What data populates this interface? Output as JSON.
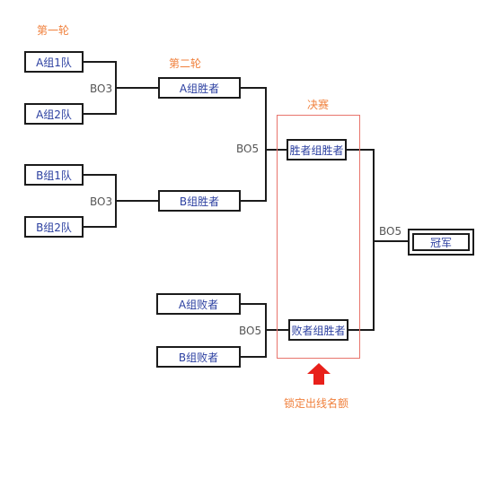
{
  "colors": {
    "accent_orange": "#f0803c",
    "frame_red": "#e8746c",
    "arrow_red": "#e8201a",
    "team_text_blue": "#2b3fa0",
    "line_black": "#1b1b1b",
    "bo_gray": "#555555"
  },
  "rounds": {
    "round1": "第一轮",
    "round2": "第二轮",
    "final": "决赛"
  },
  "teams": {
    "a1": "A组1队",
    "a2": "A组2队",
    "b1": "B组1队",
    "b2": "B组2队",
    "a_winner": "A组胜者",
    "b_winner": "B组胜者",
    "a_loser": "A组败者",
    "b_loser": "B组败者",
    "winners_final": "胜者组胜者",
    "losers_final": "败者组胜者",
    "champion": "冠军"
  },
  "matches": {
    "a_semis": "BO3",
    "b_semis": "BO3",
    "winners_final": "BO5",
    "losers_final": "BO5",
    "grand_final": "BO5"
  },
  "note": "锁定出线名额",
  "icons": {
    "lock_arrow": "up-arrow-icon"
  }
}
